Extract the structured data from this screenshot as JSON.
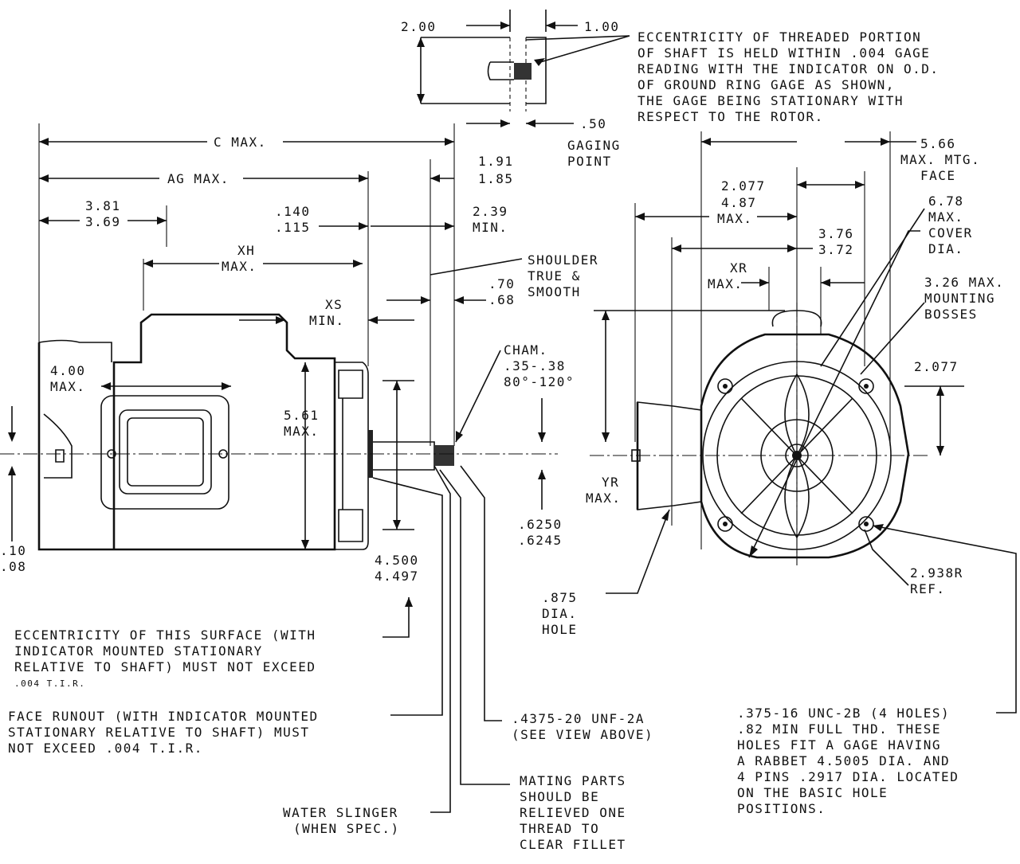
{
  "detail": {
    "dim_200": "2.00",
    "dim_100": "1.00",
    "dim_050": ".50",
    "gaging_1": "GAGING",
    "gaging_2": "POINT",
    "ecc_note": [
      "ECCENTRICITY OF THREADED PORTION",
      "OF SHAFT IS HELD WITHIN .004 GAGE",
      "READING WITH THE INDICATOR ON O.D.",
      "OF GROUND RING GAGE AS SHOWN,",
      "THE GAGE BEING STATIONARY WITH",
      "RESPECT TO THE ROTOR."
    ]
  },
  "side": {
    "c_max": "C MAX.",
    "ag_max": "AG MAX.",
    "d381": "3.81",
    "d369": "3.69",
    "d140": ".140",
    "d115": ".115",
    "d191": "1.91",
    "d185": "1.85",
    "d239": "2.39",
    "min": "MIN.",
    "xh": "XH",
    "max": "MAX.",
    "xs": "XS",
    "shoulder": [
      "SHOULDER",
      "TRUE &",
      "SMOOTH"
    ],
    "d070": ".70",
    "d068": ".68",
    "cham": [
      "CHAM.",
      ".35-.38",
      "80°-120°"
    ],
    "d400": "4.00",
    "d561": "5.61",
    "d6250": ".6250",
    "d6245": ".6245",
    "d4500": "4.500",
    "d4497": "4.497",
    "d10": ".10",
    "d08": ".08"
  },
  "end": {
    "d566": "5.66",
    "mtg": [
      "MAX. MTG.",
      "FACE"
    ],
    "d2077a": "2.077",
    "d487": "4.87",
    "max": "MAX.",
    "d678": "6.78",
    "cover": [
      "MAX.",
      "COVER",
      "DIA."
    ],
    "d376": "3.76",
    "d372": "3.72",
    "xr": "XR",
    "d326": "3.26 MAX.",
    "bosses": [
      "MOUNTING",
      "BOSSES"
    ],
    "d2077b": "2.077",
    "yr": "YR",
    "d2938": "2.938R",
    "ref": "REF.",
    "hole": [
      ".875",
      "DIA.",
      "HOLE"
    ]
  },
  "notes": {
    "ecc_surface": [
      "ECCENTRICITY OF THIS SURFACE (WITH",
      "INDICATOR MOUNTED STATIONARY",
      "RELATIVE TO SHAFT) MUST NOT EXCEED",
      ".004 T.I.R."
    ],
    "face_runout": [
      "FACE RUNOUT (WITH INDICATOR MOUNTED",
      "STATIONARY RELATIVE TO SHAFT) MUST",
      "NOT EXCEED .004 T.I.R."
    ],
    "thread": [
      ".4375-20 UNF-2A",
      "(SEE VIEW ABOVE)"
    ],
    "slinger": [
      "WATER SLINGER",
      "(WHEN SPEC.)"
    ],
    "mating": [
      "MATING PARTS",
      "SHOULD BE",
      "RELIEVED ONE",
      "THREAD TO",
      "CLEAR FILLET"
    ],
    "holes": [
      ".375-16 UNC-2B (4 HOLES)",
      ".82 MIN FULL THD.  THESE",
      "HOLES FIT A GAGE HAVING",
      "A RABBET 4.5005 DIA. AND",
      "4 PINS .2917 DIA. LOCATED",
      "ON THE BASIC HOLE",
      "POSITIONS."
    ]
  }
}
